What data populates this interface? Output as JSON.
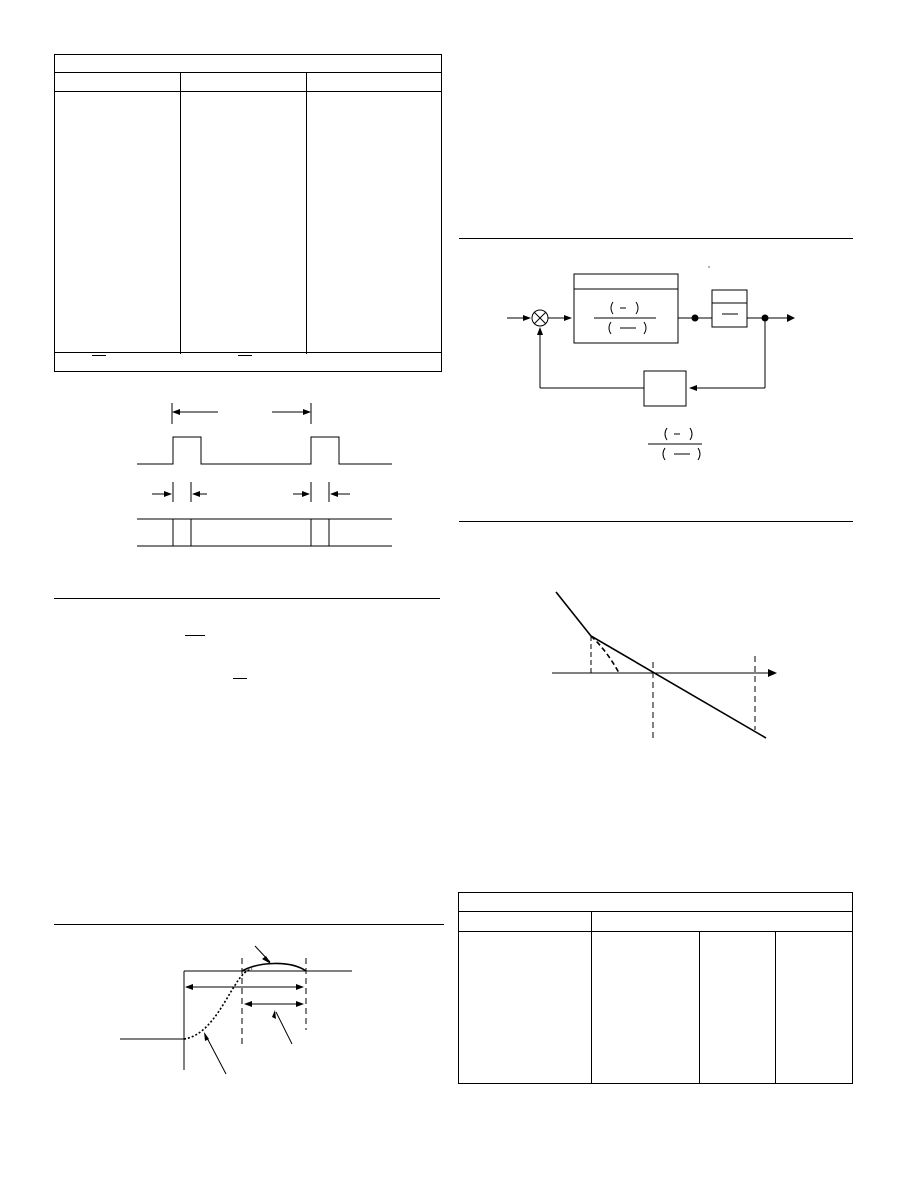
{
  "page": {
    "title": "",
    "sections": [
      {
        "id": "table-top-left",
        "columns": [
          "",
          "",
          ""
        ],
        "rows": []
      },
      {
        "id": "pulse-timing-diagram",
        "labels": []
      },
      {
        "id": "equations-block",
        "lines": []
      },
      {
        "id": "step-response-curve",
        "labels": []
      },
      {
        "id": "block-diagram",
        "blocks": [
          "",
          "",
          ""
        ]
      },
      {
        "id": "bode-plot",
        "labels": []
      },
      {
        "id": "table-bottom-right",
        "columns": [
          "",
          "",
          "",
          ""
        ],
        "rows": []
      }
    ]
  }
}
